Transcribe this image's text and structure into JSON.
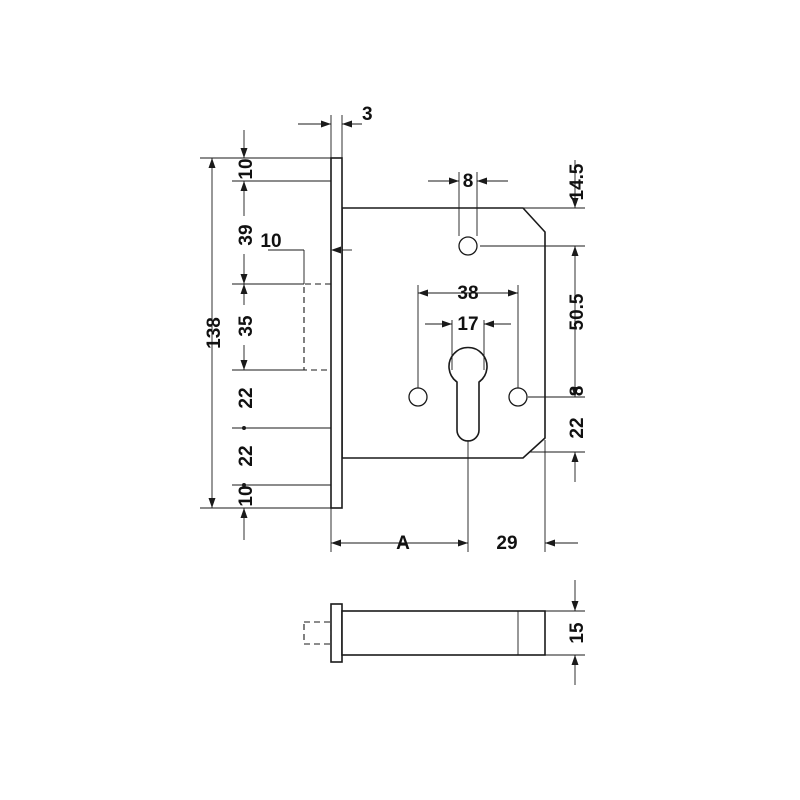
{
  "dimensions": {
    "faceplate_thickness": "3",
    "top_margin": "10",
    "bolt_pitch": "39",
    "bolt_projection": "10",
    "bolt_height": "35",
    "mid_spacing": "22",
    "lower_spacing": "22",
    "bottom_margin": "10",
    "total_height": "138",
    "spindle_hole": "8",
    "top_offset": "14.5",
    "screw_spacing": "38",
    "cylinder_width": "17",
    "centre_distance": "50.5",
    "screw_hole": "8",
    "lower_offset": "22",
    "backset": "A",
    "body_depth": "29",
    "body_thickness": "15"
  }
}
